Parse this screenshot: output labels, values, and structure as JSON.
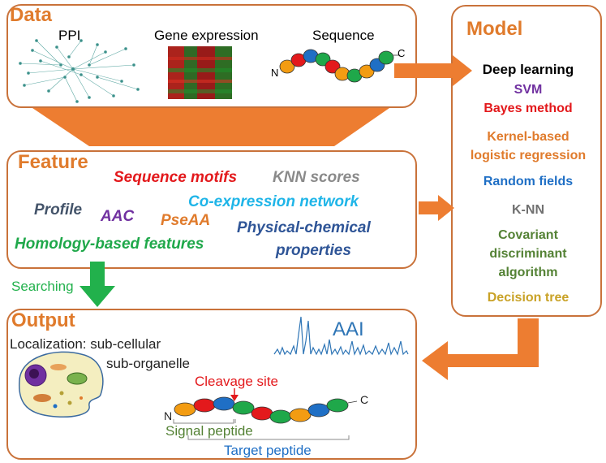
{
  "data_box": {
    "title": "Data",
    "ppi_label": "PPI",
    "gene_label": "Gene expression",
    "seq_label": "Sequence",
    "seq_n": "N",
    "seq_c": "C"
  },
  "feature_box": {
    "title": "Feature",
    "items": [
      {
        "text": "Sequence motifs",
        "color": "#e3191c"
      },
      {
        "text": "KNN scores",
        "color": "#8a8a8a"
      },
      {
        "text": "Profile",
        "color": "#44546a"
      },
      {
        "text": "Co-expression network",
        "color": "#1fb5e8"
      },
      {
        "text": "AAC",
        "color": "#7030a0"
      },
      {
        "text": "PseAA",
        "color": "#e07b2c"
      },
      {
        "text": "Physical-chemical",
        "color": "#2f5597"
      },
      {
        "text": "properties",
        "color": "#2f5597"
      },
      {
        "text": "Homology-based features",
        "color": "#1fa84a"
      }
    ]
  },
  "model_box": {
    "title": "Model",
    "items": [
      {
        "text": "Deep learning",
        "color": "#000000"
      },
      {
        "text": "SVM",
        "color": "#7030a0"
      },
      {
        "text": "Bayes method",
        "color": "#e3191c"
      },
      {
        "text": "Kernel-based",
        "color": "#e07b2c"
      },
      {
        "text": "logistic regression",
        "color": "#e07b2c"
      },
      {
        "text": "Random fields",
        "color": "#1f6fc5"
      },
      {
        "text": "K-NN",
        "color": "#707070"
      },
      {
        "text": "Covariant",
        "color": "#548235"
      },
      {
        "text": "discriminant",
        "color": "#548235"
      },
      {
        "text": "algorithm",
        "color": "#548235"
      },
      {
        "text": "Decision tree",
        "color": "#c9a227"
      }
    ]
  },
  "searching_label": "Searching",
  "output_box": {
    "title": "Output",
    "localization": "Localization: sub-cellular",
    "sub_organelle": "sub-organelle",
    "aai_label": "AAI",
    "cleavage_label": "Cleavage site",
    "signal_label": "Signal peptide",
    "target_label": "Target peptide",
    "seq_n": "N",
    "seq_c": "C"
  },
  "colors": {
    "box_border": "#c9723a",
    "title_orange": "#e07b2c",
    "arrow_orange": "#ed7d31",
    "arrow_green": "#22b14c",
    "aai_blue": "#2e75b6"
  }
}
